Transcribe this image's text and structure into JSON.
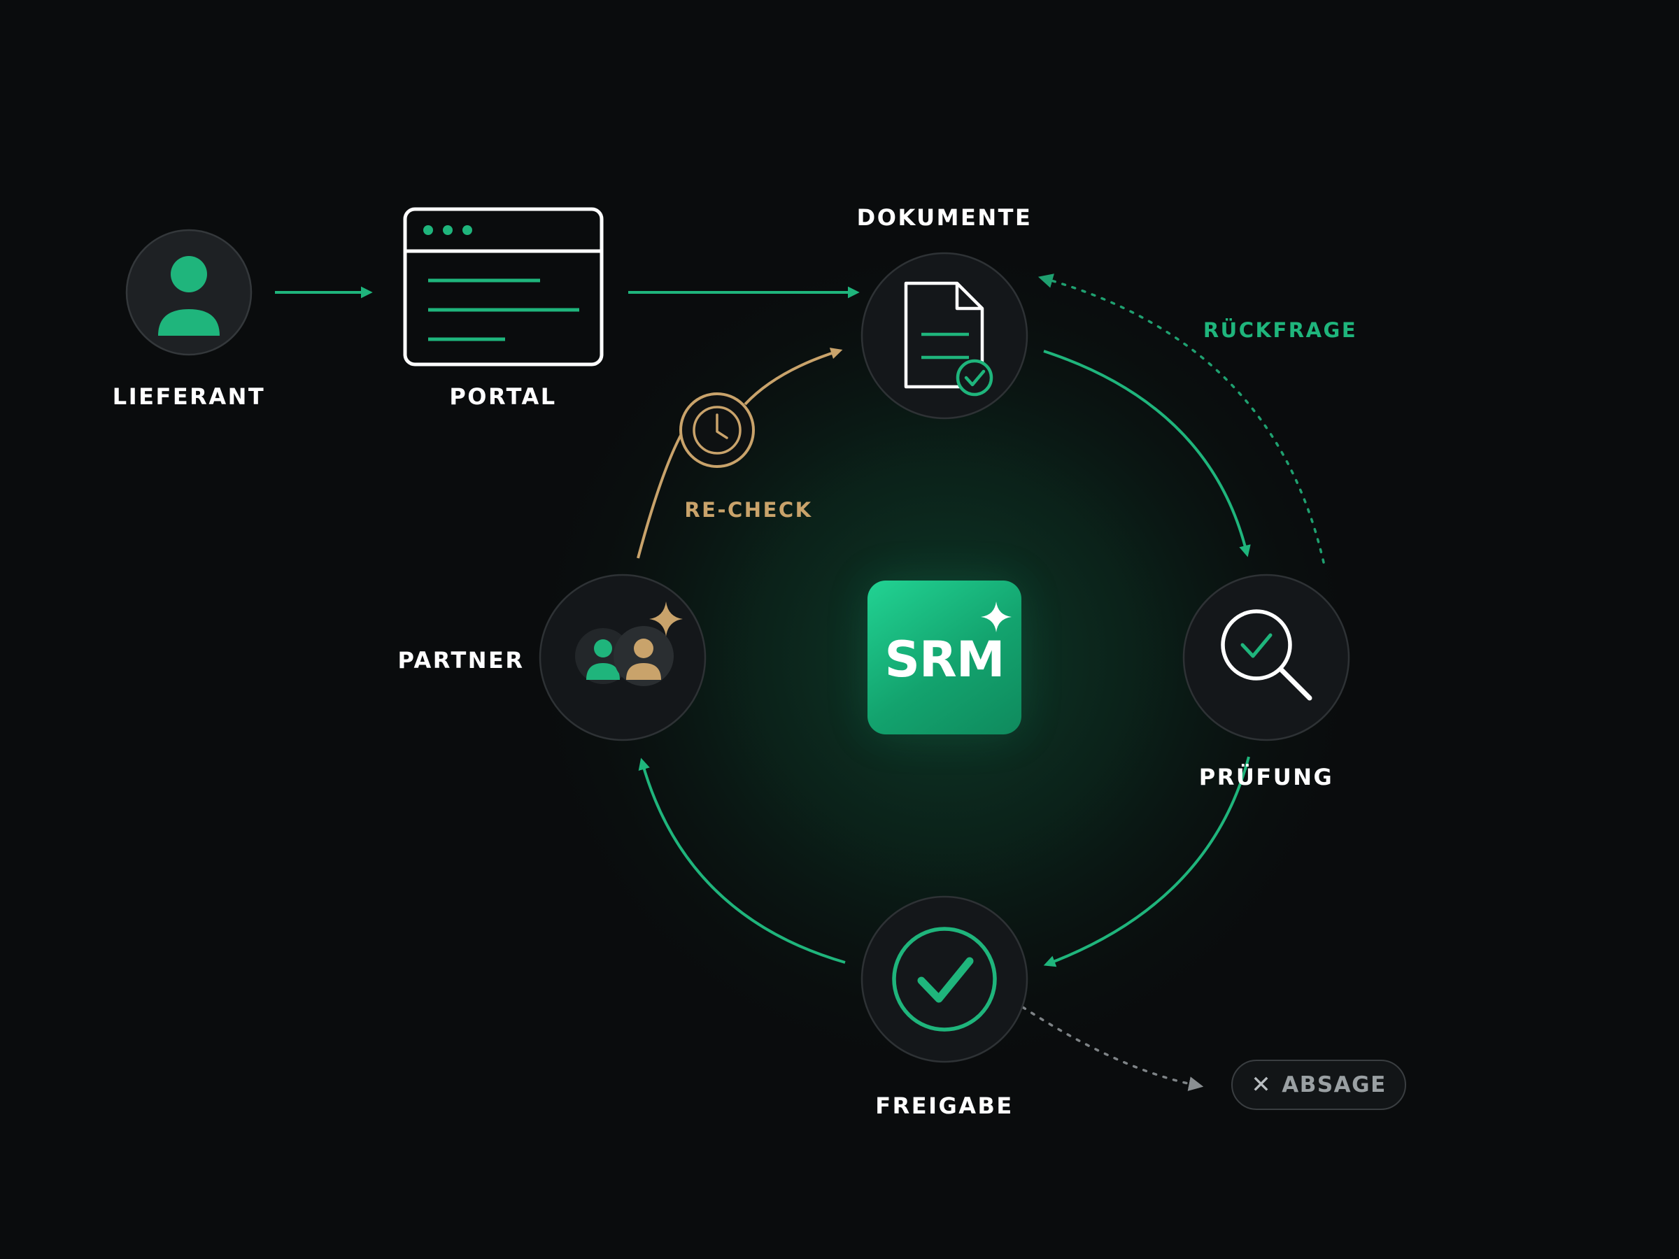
{
  "nodes": {
    "supplier": {
      "label": "LIEFERANT"
    },
    "portal": {
      "label": "PORTAL"
    },
    "documents": {
      "label": "DOKUMENTE"
    },
    "review": {
      "label": "PRÜFUNG"
    },
    "approval": {
      "label": "FREIGABE"
    },
    "partner": {
      "label": "PARTNER"
    }
  },
  "center": {
    "label": "SRM"
  },
  "annotations": {
    "inquiry": "RÜCKFRAGE",
    "recheck": "RE-CHECK"
  },
  "reject": {
    "label": "ABSAGE",
    "icon": "close-icon"
  },
  "colors": {
    "background": "#0a0c0d",
    "accent_green": "#1fb57c",
    "accent_gold": "#c9a36b",
    "node_fill": "#15181a",
    "node_stroke": "#2e3235",
    "text": "#ffffff"
  },
  "icons": {
    "supplier": "person-icon",
    "portal": "browser-window-icon",
    "documents": "document-check-icon",
    "review": "magnifier-check-icon",
    "approval": "check-circle-icon",
    "partner": "people-icon",
    "recheck": "clock-icon",
    "srm": "sparkle-icon"
  }
}
